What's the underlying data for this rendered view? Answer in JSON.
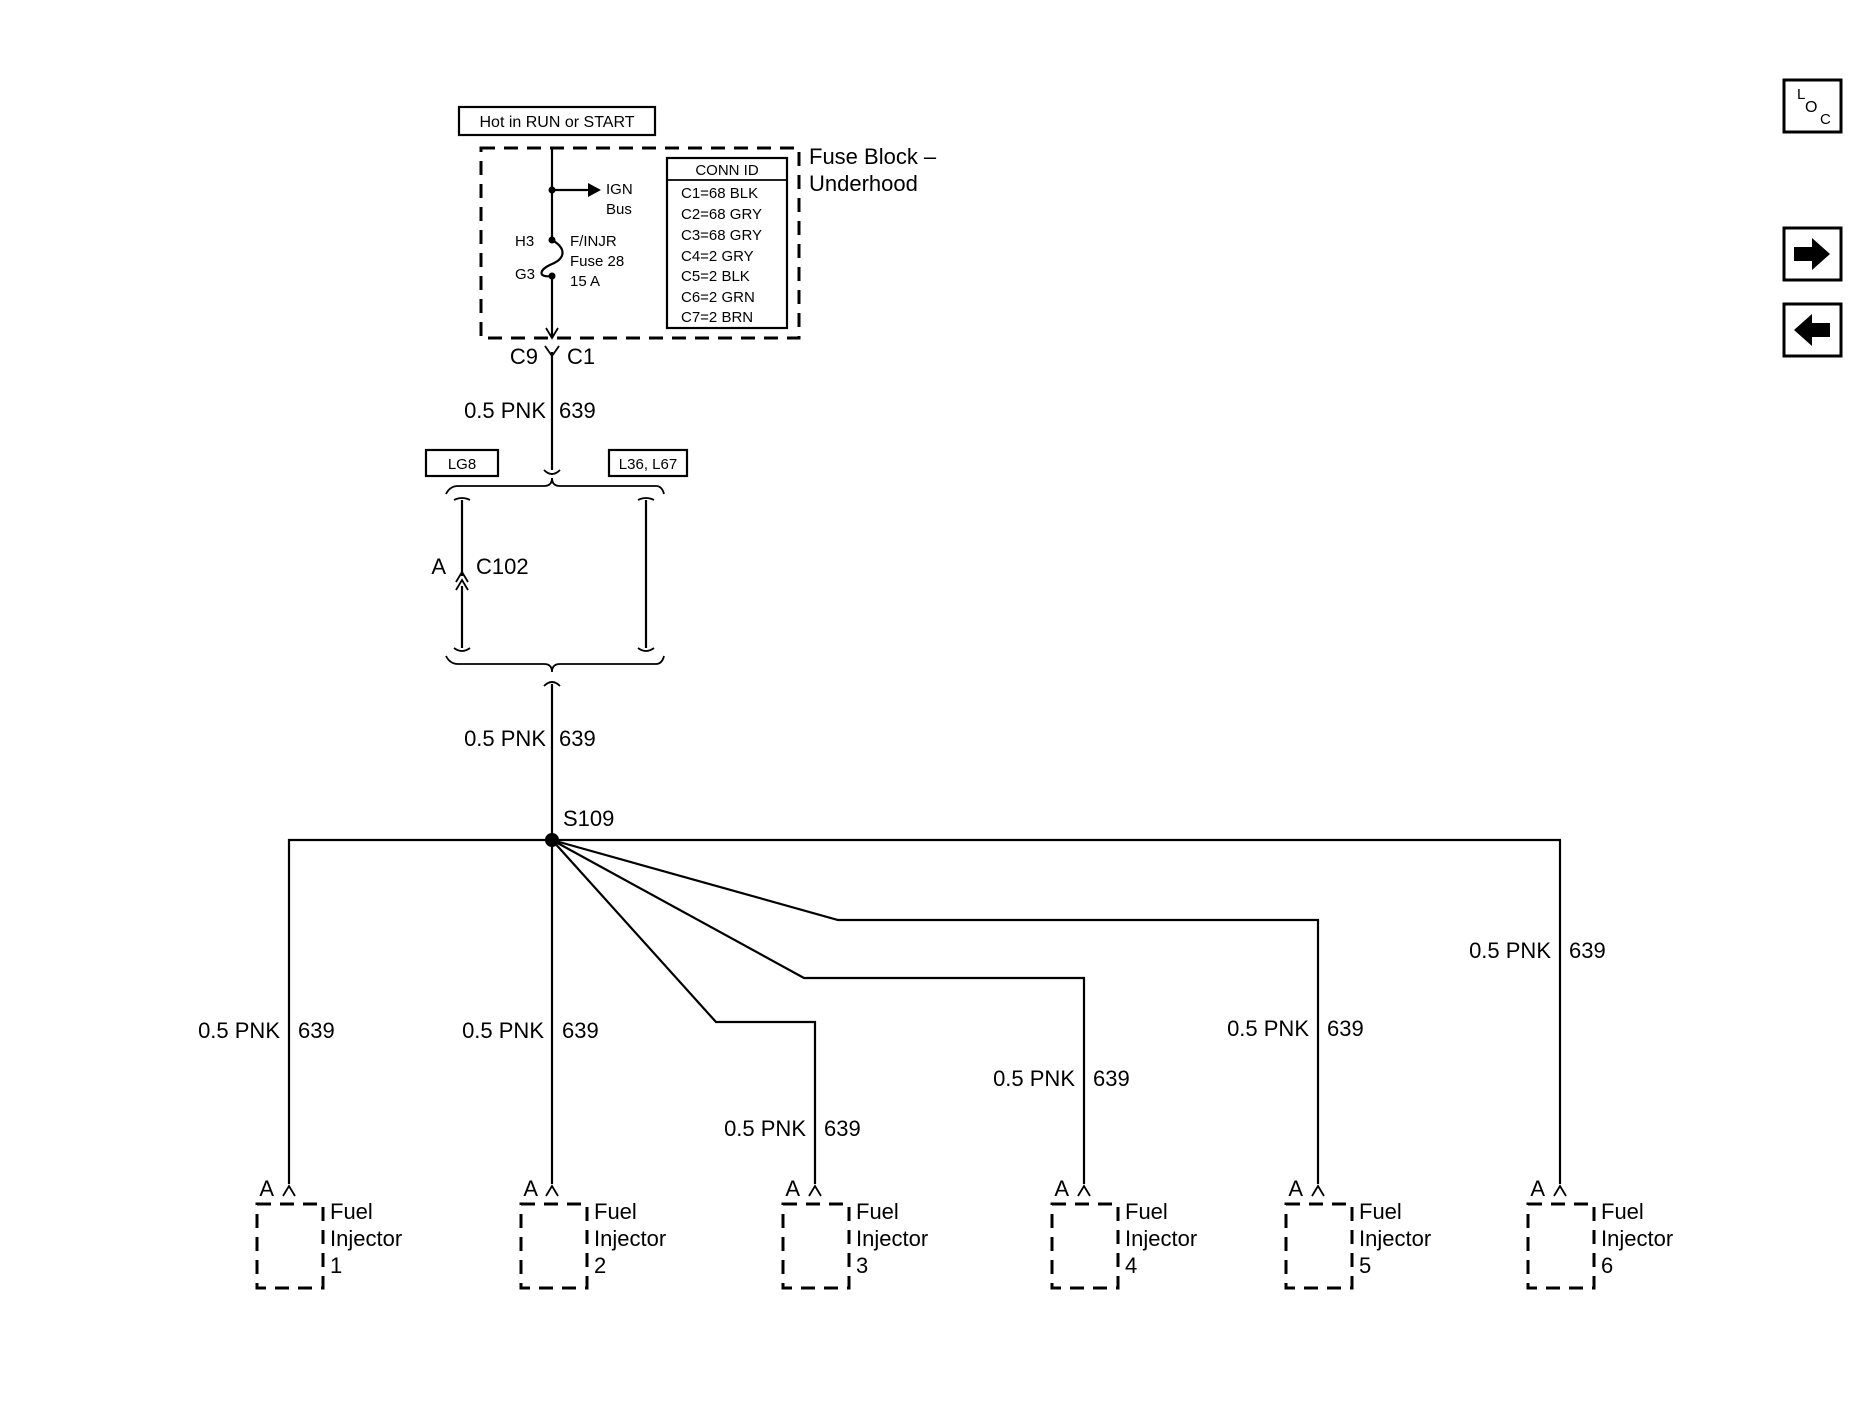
{
  "power_label": "Hot in RUN or START",
  "fuse_block": {
    "title_line1": "Fuse Block –",
    "title_line2": "Underhood",
    "ign_bus_line1": "IGN",
    "ign_bus_line2": "Bus",
    "fuse_line1": "F/INJR",
    "fuse_line2": "Fuse 28",
    "fuse_line3": "15 A",
    "terminal_in": "H3",
    "terminal_out": "G3",
    "conn_id_header": "CONN ID",
    "conn_ids": [
      "C1=68 BLK",
      "C2=68 GRY",
      "C3=68 GRY",
      "C4=2 GRY",
      "C5=2 BLK",
      "C6=2 GRN",
      "C7=2 BRN"
    ]
  },
  "connector_left": "C9",
  "connector_right": "C1",
  "wire_size_color": "0.5 PNK",
  "circuit_number": "639",
  "option_left": "LG8",
  "option_right": "L36, L67",
  "c102_pin": "A",
  "c102_label": "C102",
  "splice": "S109",
  "injector_pin": "A",
  "injector_label_line1": "Fuel",
  "injector_label_line2": "Injector",
  "injectors": [
    "1",
    "2",
    "3",
    "4",
    "5",
    "6"
  ],
  "nav": {
    "loc_icon": "loc-icon",
    "forward_icon": "arrow-right-icon",
    "back_icon": "arrow-left-icon",
    "loc_l": "L",
    "loc_o": "O",
    "loc_c": "C"
  }
}
